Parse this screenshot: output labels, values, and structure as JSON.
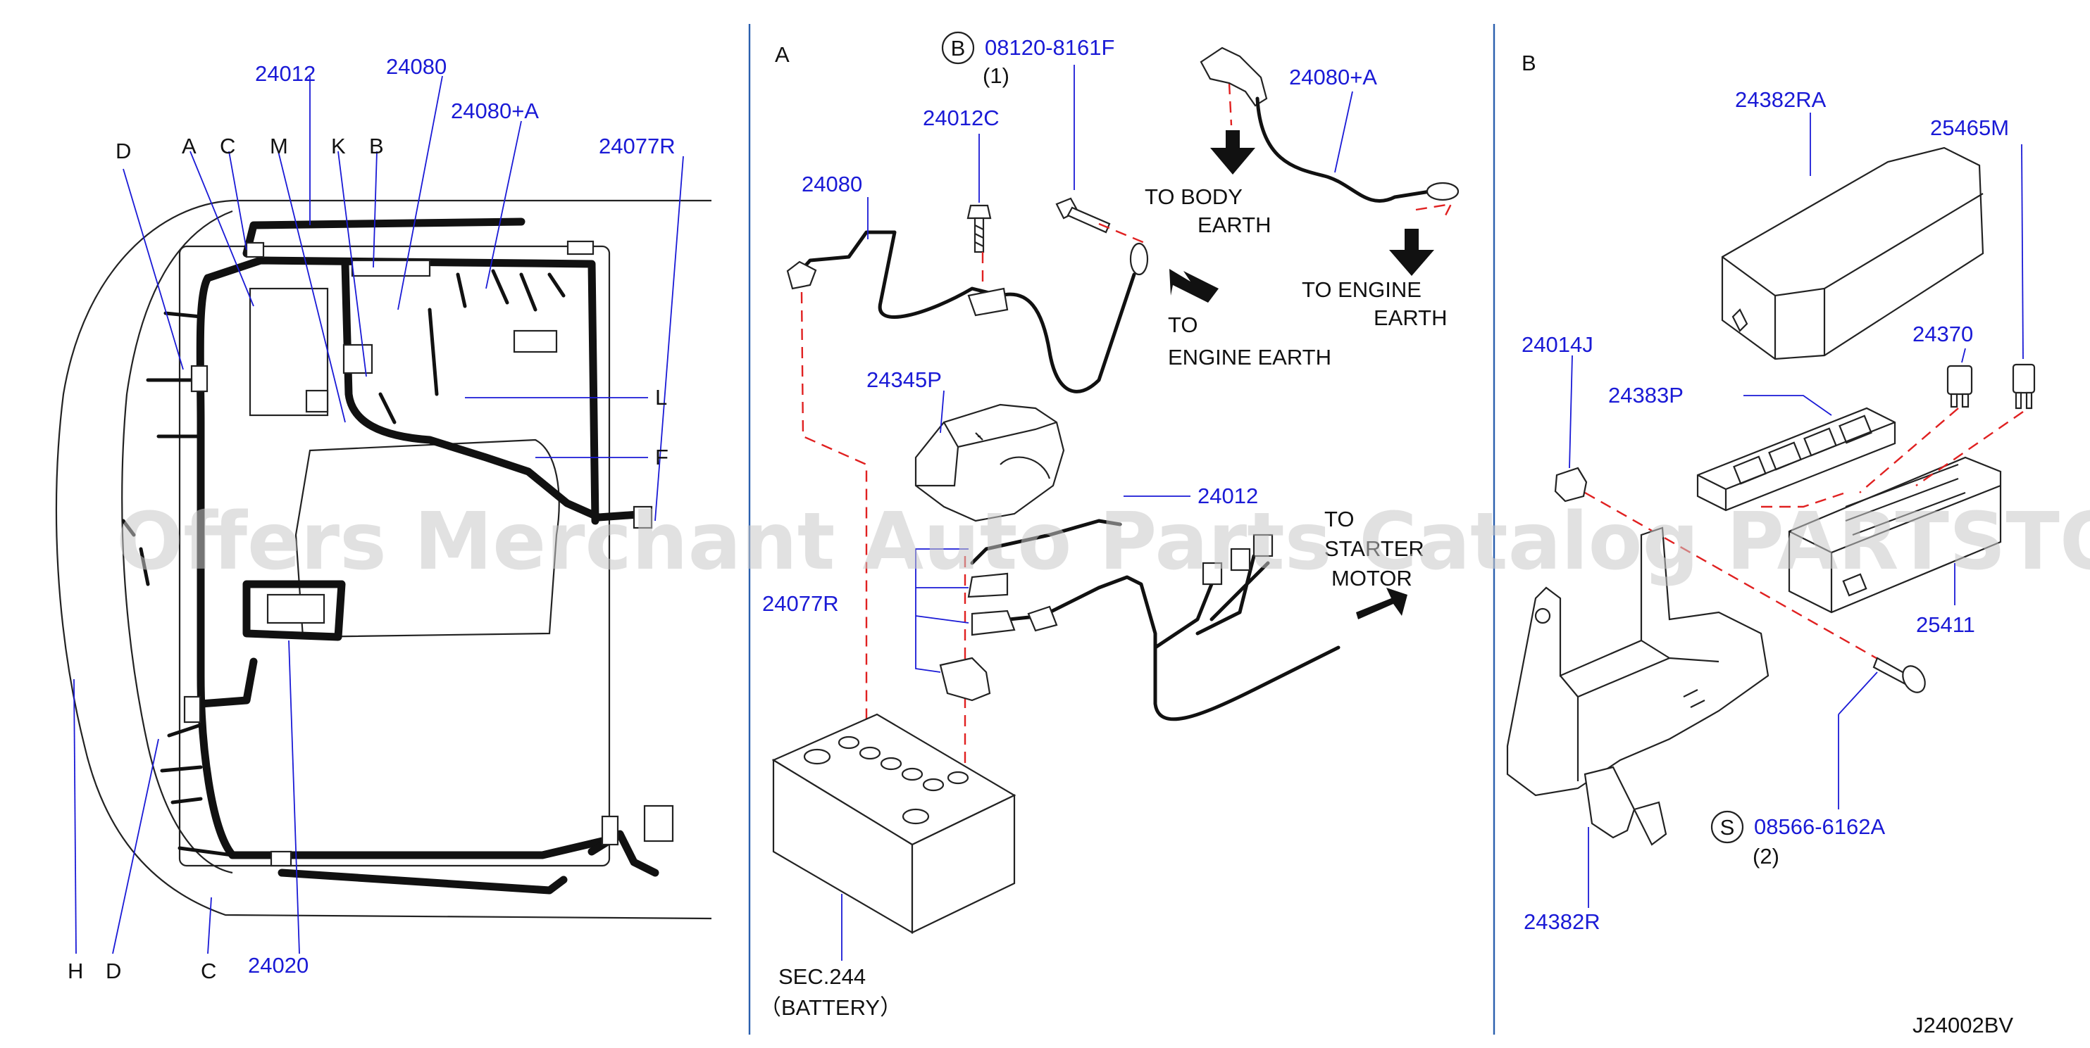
{
  "panels": {
    "left": {
      "part_labels": [
        "24012",
        "24080",
        "24080+A",
        "24077R",
        "24020"
      ],
      "letters_top": [
        "D",
        "A",
        "C",
        "M",
        "K",
        "B"
      ],
      "letters_side": [
        "L",
        "F"
      ],
      "letters_bottom": [
        "H",
        "D",
        "C"
      ]
    },
    "middle": {
      "section": "A",
      "bolt_callout": {
        "symbol": "B",
        "part": "08120-8161F",
        "qty": "(1)"
      },
      "parts": [
        "24012C",
        "24080",
        "24080+A",
        "24345P",
        "24012",
        "24077R"
      ],
      "notes": {
        "body_earth_1": "TO  BODY",
        "body_earth_2": "EARTH",
        "engine_earth_a1": "TO  ENGINE",
        "engine_earth_a2": "EARTH",
        "engine_earth_b1": "TO",
        "engine_earth_b2": "ENGINE  EARTH",
        "starter_1": "TO",
        "starter_2": "STARTER",
        "starter_3": "MOTOR"
      },
      "battery_ref": {
        "sec": "SEC.244",
        "name": "（BATTERY）"
      }
    },
    "right": {
      "section": "B",
      "parts": [
        "24382RA",
        "25465M",
        "24014J",
        "24370",
        "24383P",
        "25411",
        "24382R"
      ],
      "screw_callout": {
        "symbol": "S",
        "part": "08566-6162A",
        "qty": "(2)"
      }
    }
  },
  "drawing_code": "J24002BV",
  "watermark": "Offers Merchant Auto Parts Catalog PARTSTORE.SA",
  "colors": {
    "part_number": "#1a1ad6",
    "dashed_guide": "#e02020",
    "divider": "#2b5fae",
    "ink": "#111111"
  }
}
